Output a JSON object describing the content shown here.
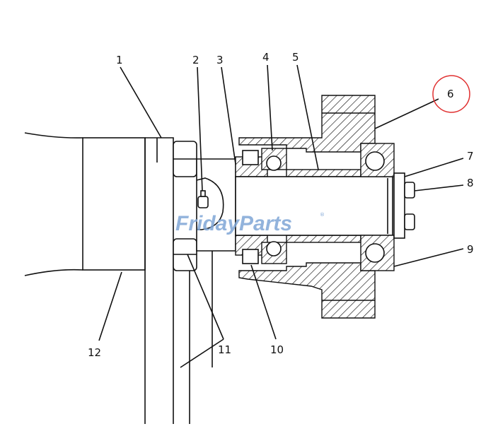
{
  "diagram": {
    "callouts": [
      {
        "id": "1",
        "label": "1"
      },
      {
        "id": "2",
        "label": "2"
      },
      {
        "id": "3",
        "label": "3"
      },
      {
        "id": "4",
        "label": "4"
      },
      {
        "id": "5",
        "label": "5"
      },
      {
        "id": "6",
        "label": "6",
        "highlighted": true
      },
      {
        "id": "7",
        "label": "7"
      },
      {
        "id": "8",
        "label": "8"
      },
      {
        "id": "9",
        "label": "9"
      },
      {
        "id": "10",
        "label": "10"
      },
      {
        "id": "11",
        "label": "11"
      },
      {
        "id": "12",
        "label": "12"
      }
    ],
    "highlight_color": "#e03030",
    "watermark": {
      "part1": "Friday",
      "part2": "Parts",
      "mark": "®",
      "color": "#7fa6d6",
      "accent": "#f0a030"
    }
  }
}
